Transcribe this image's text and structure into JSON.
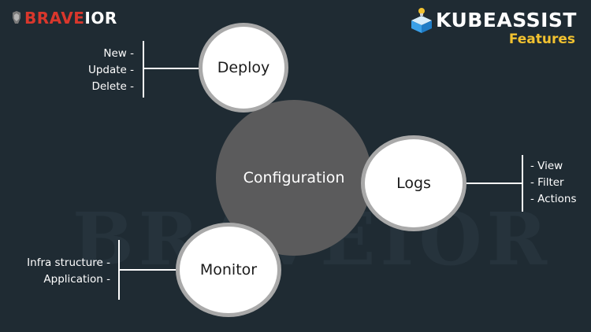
{
  "brand": {
    "part1": "BRAVE",
    "part2": "IOR"
  },
  "product": {
    "part1": "KUBE",
    "part2": "ASSIST",
    "subtitle": "Features"
  },
  "watermark": "BRAVEIOR",
  "center": {
    "label": "Configuration"
  },
  "nodes": {
    "deploy": {
      "label": "Deploy",
      "items": [
        "New -",
        "Update -",
        "Delete -"
      ]
    },
    "logs": {
      "label": "Logs",
      "items": [
        "- View",
        "- Filter",
        "- Actions"
      ]
    },
    "monitor": {
      "label": "Monitor",
      "items": [
        "Infra structure -",
        "Application -"
      ]
    }
  },
  "colors": {
    "background": "#1f2b33",
    "center": "#5b5b5c",
    "node_fill": "#ffffff",
    "node_ring": "#a9a9a9",
    "brand_red": "#d9372c",
    "features_yellow": "#f2c230"
  }
}
